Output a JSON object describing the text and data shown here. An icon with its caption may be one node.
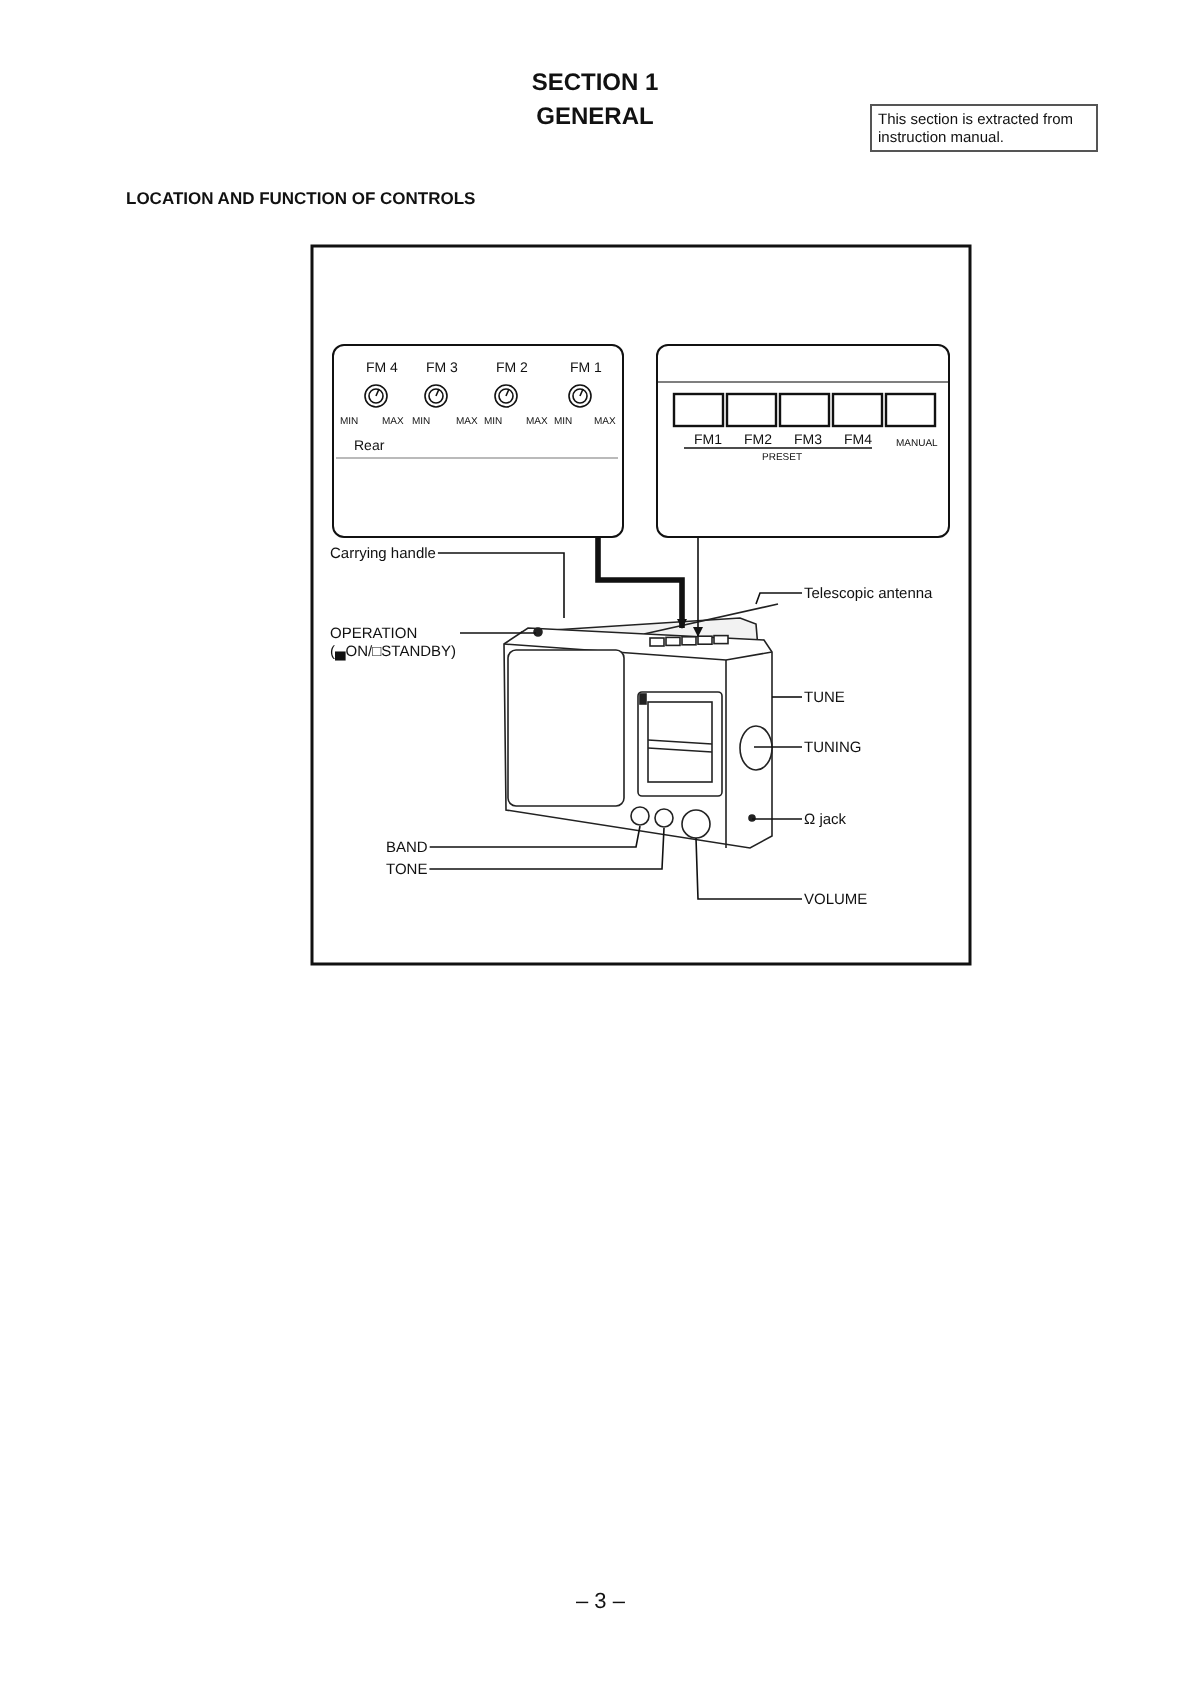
{
  "diagram": {
    "title": "SECTION 1 GENERAL",
    "nodes": [
      {
        "text": [
          "FM 4",
          "FM 3",
          "FM 2",
          "FM 1",
          "MIN",
          "MAX",
          "MIN",
          "MAX",
          "MIN",
          "MAX",
          "MIN",
          "MAX",
          "Rear"
        ]
      },
      {
        "text": [
          "FM1",
          "FM2",
          "FM3",
          "FM4",
          "MANUAL",
          "PRESET"
        ]
      },
      {
        "text": [
          "This section is extracted from instruction manual."
        ]
      },
      {
        "text": [
          "Carrying handle"
        ]
      },
      {
        "text": [
          "OPERATION (▄ON/□STANDBY)"
        ]
      },
      {
        "text": [
          "Telescopic antenna"
        ]
      },
      {
        "text": [
          "TUNE"
        ]
      },
      {
        "text": [
          "TUNING"
        ]
      },
      {
        "text": [
          "Ω jack"
        ]
      },
      {
        "text": [
          "BAND"
        ]
      },
      {
        "text": [
          "TONE"
        ]
      },
      {
        "text": [
          "VOLUME"
        ]
      },
      {
        "text": [],
        "shape": "picture"
      }
    ],
    "edges": [
      {
        "from": 0,
        "to": 12,
        "arrow": "to",
        "style": "thick"
      },
      {
        "from": 1,
        "to": 12,
        "arrow": "to"
      },
      {
        "from": 3,
        "to": 12,
        "arrow": "none"
      },
      {
        "from": 4,
        "to": 12,
        "arrow": "none"
      },
      {
        "from": 5,
        "to": 12,
        "arrow": "none"
      },
      {
        "from": 6,
        "to": 12,
        "arrow": "none"
      },
      {
        "from": 7,
        "to": 12,
        "arrow": "none"
      },
      {
        "from": 8,
        "to": 12,
        "arrow": "none"
      },
      {
        "from": 9,
        "to": 12,
        "arrow": "none"
      },
      {
        "from": 10,
        "to": 12,
        "arrow": "none"
      },
      {
        "from": 11,
        "to": 12,
        "arrow": "none"
      }
    ],
    "labels": [
      "LOCATION AND FUNCTION OF CONTROLS",
      "– 3 –"
    ]
  }
}
